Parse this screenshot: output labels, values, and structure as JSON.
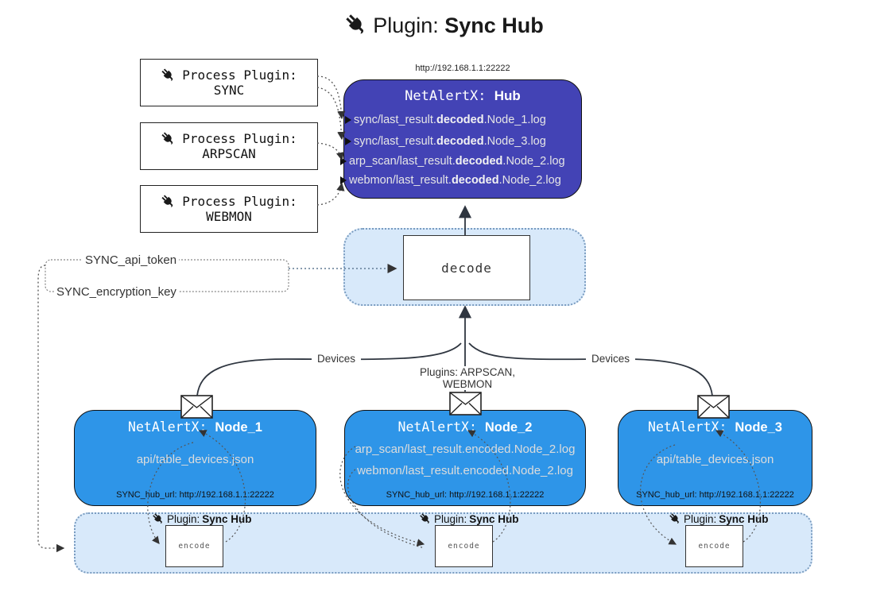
{
  "title": {
    "prefix": "Plugin: ",
    "name": "Sync Hub"
  },
  "hub_url": "http://192.168.1.1:22222",
  "process_plugins": [
    {
      "label": "Process Plugin:",
      "name": "SYNC"
    },
    {
      "label": "Process Plugin:",
      "name": "ARPSCAN"
    },
    {
      "label": "Process Plugin:",
      "name": "WEBMON"
    }
  ],
  "hub": {
    "title_prefix": "NetAlertX: ",
    "title_name": "Hub",
    "lines": [
      {
        "pre": "sync/last_result.",
        "bold": "decoded",
        "post": ".Node_1.log"
      },
      {
        "pre": "sync/last_result.",
        "bold": "decoded",
        "post": ".Node_3.log"
      },
      {
        "pre": "arp_scan/last_result.",
        "bold": "decoded",
        "post": ".Node_2.log"
      },
      {
        "pre": "webmon/last_result.",
        "bold": "decoded",
        "post": ".Node_2.log"
      }
    ]
  },
  "decode": {
    "label": "decode"
  },
  "config_labels": {
    "api_token": "SYNC_api_token",
    "encryption_key": "SYNC_encryption_key"
  },
  "edge_labels": {
    "devices_left": "Devices",
    "plugins_middle": "Plugins: ARPSCAN, WEBMON",
    "devices_right": "Devices"
  },
  "nodes": [
    {
      "title_prefix": "NetAlertX: ",
      "title_name": "Node_1",
      "lines": [
        "api/table_devices.json"
      ],
      "hub_url": "SYNC_hub_url: http://192.168.1.1:22222"
    },
    {
      "title_prefix": "NetAlertX: ",
      "title_name": "Node_2",
      "lines": [
        "arp_scan/last_result.encoded.Node_2.log",
        "webmon/last_result.encoded.Node_2.log"
      ],
      "hub_url": "SYNC_hub_url: http://192.168.1.1:22222"
    },
    {
      "title_prefix": "NetAlertX: ",
      "title_name": "Node_3",
      "lines": [
        "api/table_devices.json"
      ],
      "hub_url": "SYNC_hub_url: http://192.168.1.1:22222"
    }
  ],
  "encoders": [
    {
      "label_prefix": "Plugin: ",
      "label_name": "Sync Hub",
      "box": "encode"
    },
    {
      "label_prefix": "Plugin: ",
      "label_name": "Sync Hub",
      "box": "encode"
    },
    {
      "label_prefix": "Plugin: ",
      "label_name": "Sync Hub",
      "box": "encode"
    }
  ],
  "colors": {
    "hub_fill": "#4343b5",
    "node_fill": "#2e95e8",
    "container_fill": "#d8e9fa",
    "container_border": "#7a9cc0"
  }
}
